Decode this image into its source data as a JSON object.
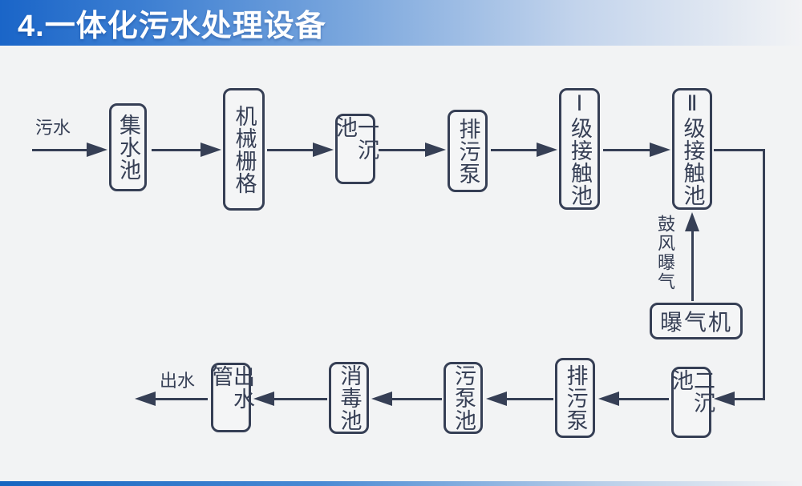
{
  "slide": {
    "title": "4.一体化污水处理设备"
  },
  "colors": {
    "ink": "#363f55",
    "background": "#f2f3f4",
    "header_gradient_start": "#1a65c8",
    "header_gradient_end": "#f2f3f5"
  },
  "flow": {
    "inlet_label": "污水",
    "outlet_label": "出水",
    "top_row": [
      "集水池",
      "机械栅格",
      "一沉池",
      "排污泵",
      "Ⅰ级接触池",
      "Ⅱ级接触池"
    ],
    "bottom_row": [
      "二沉池",
      "排污泵",
      "污泵池",
      "消毒池",
      "出水管"
    ],
    "aerator": "曝气机",
    "aeration_label": "鼓风曝气"
  }
}
